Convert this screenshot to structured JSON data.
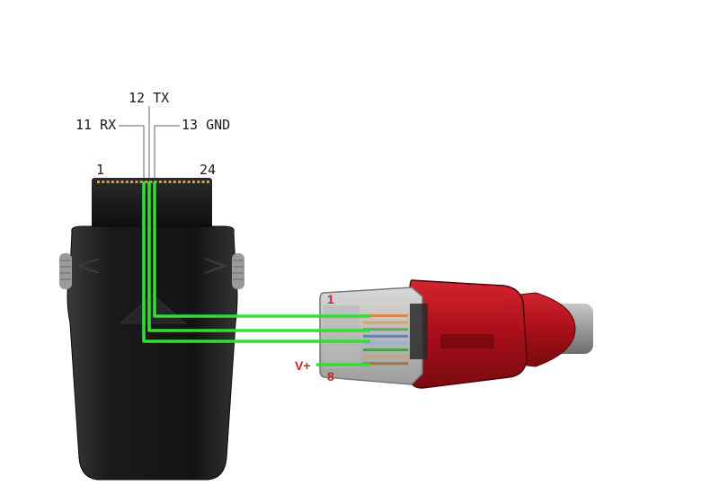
{
  "connector_labels": {
    "tx": "12 TX",
    "rx": "11 RX",
    "gnd": "13 GND",
    "pin_first": "1",
    "pin_last": "24"
  },
  "rj45_labels": {
    "pin_first": "1",
    "pin_last": "8",
    "vplus": "V+"
  },
  "colors": {
    "wire": "#33dd33",
    "plug_red": "#b5121b",
    "connector_body": "#1c1c1c",
    "label_red": "#d0202a"
  }
}
